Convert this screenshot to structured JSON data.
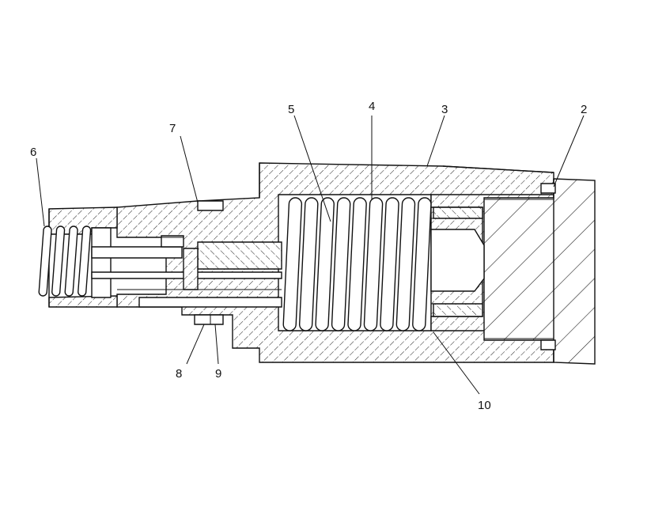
{
  "diagram": {
    "callouts": [
      {
        "id": "c2",
        "label": "2"
      },
      {
        "id": "c3",
        "label": "3"
      },
      {
        "id": "c4",
        "label": "4"
      },
      {
        "id": "c5",
        "label": "5"
      },
      {
        "id": "c6",
        "label": "6"
      },
      {
        "id": "c7",
        "label": "7"
      },
      {
        "id": "c8",
        "label": "8"
      },
      {
        "id": "c9",
        "label": "9"
      },
      {
        "id": "c10",
        "label": "10"
      }
    ],
    "colors": {
      "ink": "#111111",
      "paper": "#ffffff"
    }
  }
}
